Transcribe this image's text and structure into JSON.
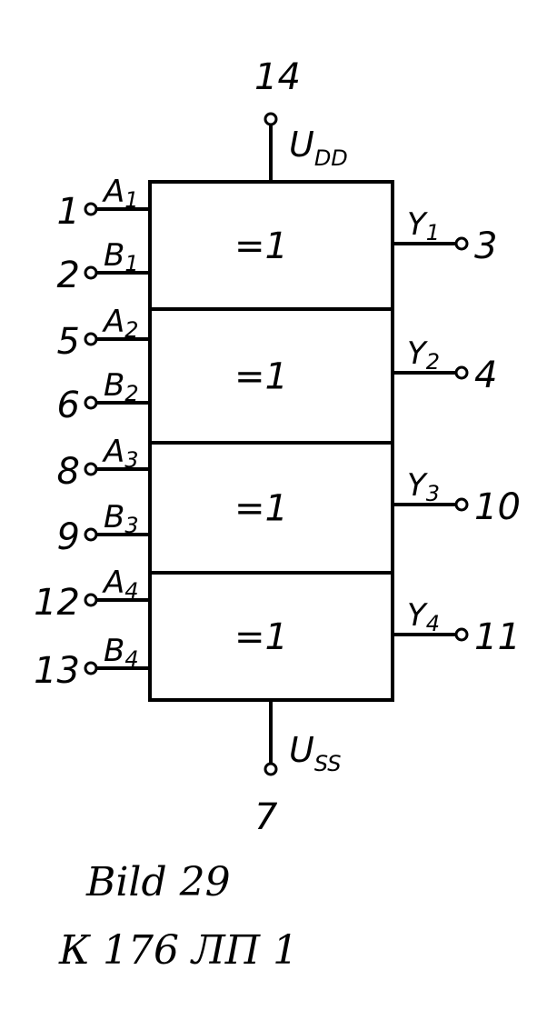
{
  "supply": {
    "pin": "14",
    "label": "U",
    "sub": "DD"
  },
  "ground": {
    "pin": "7",
    "label": "U",
    "sub": "SS"
  },
  "gates": [
    {
      "function": "=1",
      "inputs": [
        {
          "pin": "1",
          "label": "A",
          "sub": "1"
        },
        {
          "pin": "2",
          "label": "B",
          "sub": "1"
        }
      ],
      "output": {
        "pin": "3",
        "label": "Y",
        "sub": "1"
      }
    },
    {
      "function": "=1",
      "inputs": [
        {
          "pin": "5",
          "label": "A",
          "sub": "2"
        },
        {
          "pin": "6",
          "label": "B",
          "sub": "2"
        }
      ],
      "output": {
        "pin": "4",
        "label": "Y",
        "sub": "2"
      }
    },
    {
      "function": "=1",
      "inputs": [
        {
          "pin": "8",
          "label": "A",
          "sub": "3"
        },
        {
          "pin": "9",
          "label": "B",
          "sub": "3"
        }
      ],
      "output": {
        "pin": "10",
        "label": "Y",
        "sub": "3"
      }
    },
    {
      "function": "=1",
      "inputs": [
        {
          "pin": "12",
          "label": "A",
          "sub": "4"
        },
        {
          "pin": "13",
          "label": "B",
          "sub": "4"
        }
      ],
      "output": {
        "pin": "11",
        "label": "Y",
        "sub": "4"
      }
    }
  ],
  "caption": {
    "figure": "Bild 29",
    "part": "К 176 ЛП 1"
  }
}
